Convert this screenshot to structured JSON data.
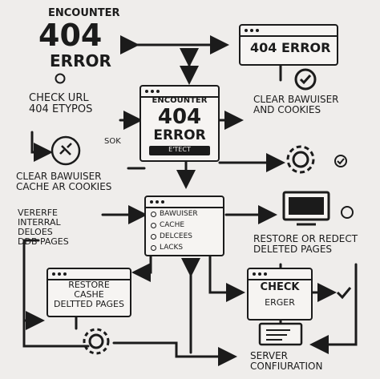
{
  "top_left": {
    "encounter": "ENCOUNTER",
    "code": "404",
    "error": "ERROR"
  },
  "top_right_box": {
    "label": "404 ERROR"
  },
  "center_box": {
    "encounter": "ENCOUNTER",
    "code": "404",
    "error": "ERROR",
    "footer": "E'TECT"
  },
  "left_labels": {
    "check_url": "CHECK URL\n404 ETYPOS",
    "sok": "SOK",
    "clear_cache": "CLEAR BAWUISER\nCACHE AR COOKIES",
    "verify": "VERERFE\nINTERRAL\nDELOES\nDDB PAGES"
  },
  "right_labels": {
    "clear_browser": "CLEAR BAWUISER\nAND COOKIES",
    "restore": "RESTORE OR REDECT\nDELETED PAGES",
    "server": "SERVER\nCONFIURATION"
  },
  "checklist_box": {
    "items": [
      "BAWUISER",
      "CACHE",
      "DELCEES",
      "LACKS"
    ]
  },
  "restore_box": {
    "label": "RESTORE\nCASHE\nDELTTED PAGES"
  },
  "check_box": {
    "line1": "CHECK",
    "line2": "ERGER"
  },
  "colors": {
    "ink": "#1b1b1b",
    "paper": "#efedeb"
  },
  "icons": [
    "check-circle-icon",
    "broken-link-icon",
    "gear-icon",
    "monitor-icon",
    "checkmark-icon",
    "document-icon"
  ]
}
